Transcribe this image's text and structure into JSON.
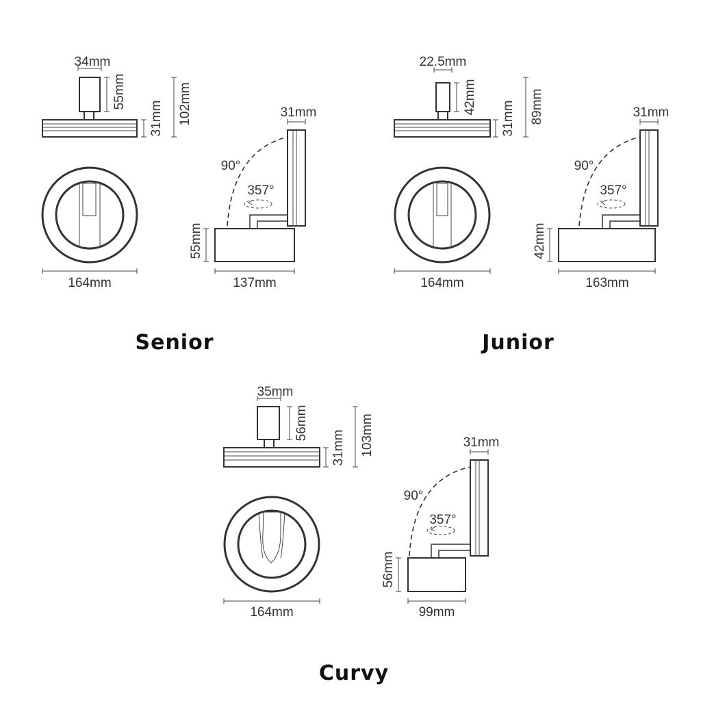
{
  "colors": {
    "line": "#333333",
    "title": "#111111",
    "background": "#ffffff"
  },
  "senior": {
    "title": "Senior",
    "top_width": "34mm",
    "top_height": "55mm",
    "track_height": "31mm",
    "total_height": "102mm",
    "front_width": "164mm",
    "side_track_width": "31mm",
    "tilt_angle": "90°",
    "rotation_angle": "357°",
    "side_height": "55mm",
    "side_width": "137mm"
  },
  "junior": {
    "title": "Junior",
    "top_width": "22.5mm",
    "top_height": "42mm",
    "track_height": "31mm",
    "total_height": "89mm",
    "front_width": "164mm",
    "side_track_width": "31mm",
    "tilt_angle": "90°",
    "rotation_angle": "357°",
    "side_height": "42mm",
    "side_width": "163mm"
  },
  "curvy": {
    "title": "Curvy",
    "top_width": "35mm",
    "top_height": "56mm",
    "track_height": "31mm",
    "total_height": "103mm",
    "front_width": "164mm",
    "side_track_width": "31mm",
    "tilt_angle": "90°",
    "rotation_angle": "357°",
    "side_height": "56mm",
    "side_width": "99mm"
  }
}
